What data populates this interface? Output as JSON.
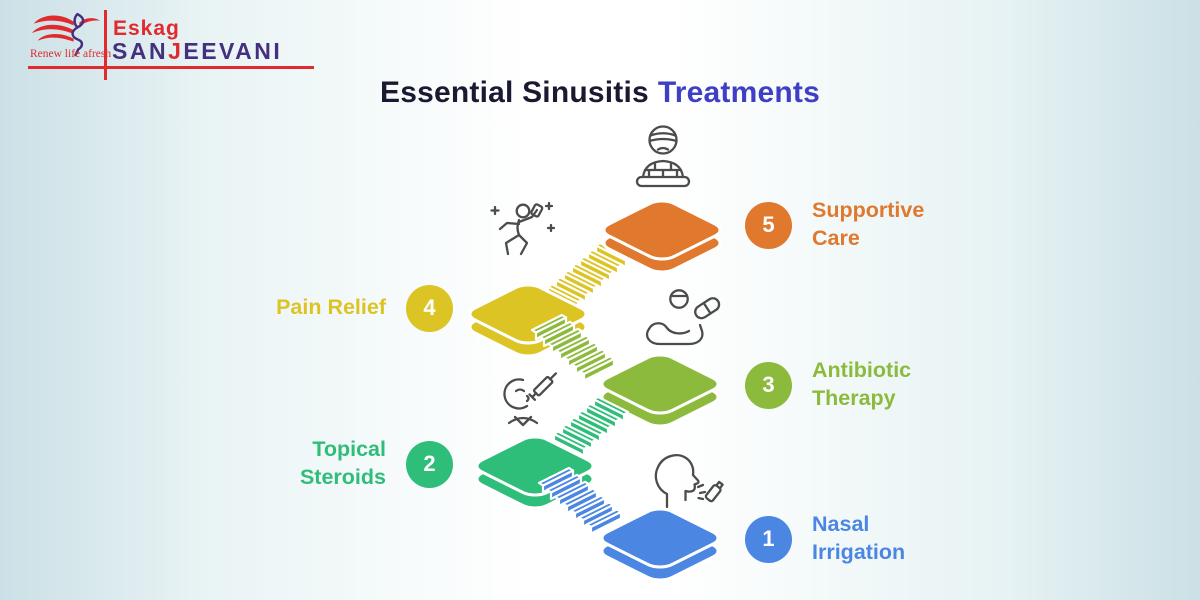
{
  "background": {
    "edge": "#cbe0e6",
    "center": "#ffffff"
  },
  "logo": {
    "tagline": "Renew life afresh",
    "brand_top": "Eskag",
    "brand_pre": "SAN",
    "brand_j": "J",
    "brand_post": "EEVANI",
    "red": "#e02a2e",
    "purple": "#45307f"
  },
  "title": {
    "part1": "Essential Sinusitis",
    "part2": "Treatments"
  },
  "colors": {
    "title_dark": "#1b1832",
    "title_accent": "#3e3fc5",
    "icon_stroke": "#4c4c4c"
  },
  "steps": [
    {
      "number": "1",
      "label": "Nasal Irrigation",
      "color": "#4b86e2",
      "icon": "nasal-spray-head-icon"
    },
    {
      "number": "2",
      "label": "Topical Steroids",
      "color": "#2fbd7a",
      "icon": "face-syringe-icon"
    },
    {
      "number": "3",
      "label": "Antibiotic Therapy",
      "color": "#8cba3c",
      "icon": "hand-with-pills-icon"
    },
    {
      "number": "4",
      "label": "Pain Relief",
      "color": "#dcc424",
      "icon": "active-person-icon"
    },
    {
      "number": "5",
      "label": "Supportive Care",
      "color": "#e0782d",
      "icon": "bandaged-patient-icon"
    }
  ]
}
